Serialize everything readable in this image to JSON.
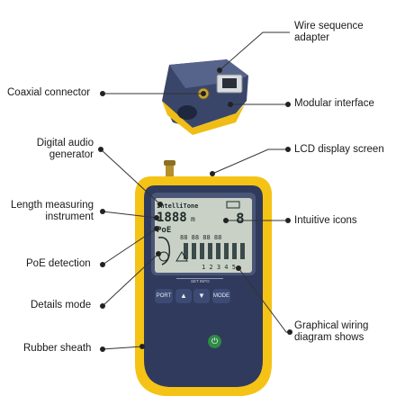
{
  "callouts": {
    "wire_sequence_adapter": "Wire sequence\nadapter",
    "coaxial_connector": "Coaxial connector",
    "modular_interface": "Modular interface",
    "digital_audio_generator": "Digital audio\ngenerator",
    "lcd_display_screen": "LCD display screen",
    "length_measuring_instrument": "Length measuring\ninstrument",
    "intuitive_icons": "Intuitive icons",
    "poe_detection": "PoE detection",
    "details_mode": "Details mode",
    "graphical_wiring_diagram": "Graphical wiring\ndiagram shows",
    "rubber_sheath": "Rubber sheath"
  },
  "device": {
    "screen_brand": "IntelliTone",
    "length_digits": "1888",
    "length_unit": "m",
    "poe": "PoE",
    "wire_map_digits": "88 88 88 88",
    "pin_numbers": "1 2 3 4 5",
    "big_digit": "8",
    "panel_marker": "SET INFO",
    "buttons": {
      "port": "PORT",
      "up": "▲",
      "down": "▼",
      "mode": "MODE",
      "power": "⏻"
    }
  },
  "colors": {
    "sheath": "#f5c316",
    "body": "#2f3a5c",
    "screen": "#c9d1c6",
    "button": "#3d4a74",
    "power": "#2f8a46"
  }
}
